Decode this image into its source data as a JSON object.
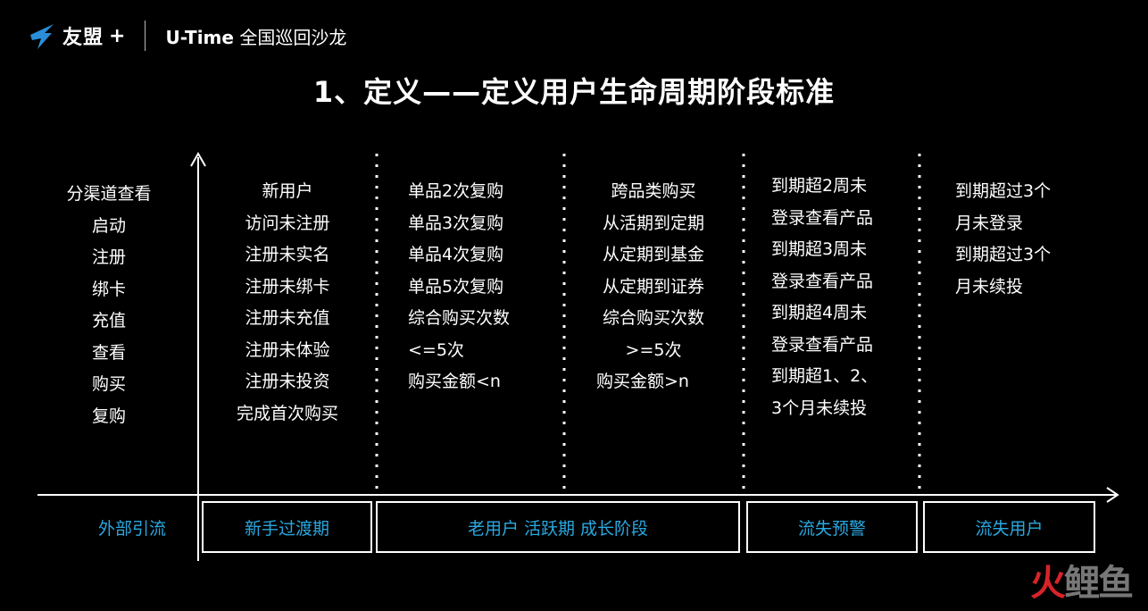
{
  "header": {
    "brand": "友盟",
    "brand_plus": "+",
    "event_prefix": "U-Time",
    "event_name": "全国巡回沙龙"
  },
  "title": "1、定义——定义用户生命周期阶段标准",
  "columns": [
    {
      "id": "behaviors",
      "items": [
        "分渠道查看",
        "启动",
        "注册",
        "绑卡",
        "充值",
        "查看",
        "购买",
        "复购"
      ]
    },
    {
      "id": "new",
      "items": [
        "新用户",
        "访问未注册",
        "注册未实名",
        "注册未绑卡",
        "注册未充值",
        "注册未体验",
        "注册未投资",
        "完成首次购买"
      ]
    },
    {
      "id": "repeat",
      "items": [
        "单品2次复购",
        "单品3次复购",
        "单品4次复购",
        "单品5次复购",
        "综合购买次数",
        "<=5次",
        "购买金额<n"
      ]
    },
    {
      "id": "cross",
      "items": [
        "跨品类购买",
        "从活期到定期",
        "从定期到基金",
        "从定期到证券",
        "综合购买次数",
        ">=5次",
        "购买金额>n"
      ]
    },
    {
      "id": "warning",
      "items": [
        "到期超2周未",
        "登录查看产品",
        "到期超3周未",
        "登录查看产品",
        "到期超4周未",
        "登录查看产品",
        "到期超1、2、",
        "3个月未续投"
      ]
    },
    {
      "id": "lost",
      "items": [
        "到期超过3个",
        "月未登录",
        "到期超过3个",
        "月未续投"
      ]
    }
  ],
  "stages": {
    "outside": "外部引流",
    "transition": "新手过渡期",
    "active": "老用户 活跃期 成长阶段",
    "warning": "流失预警",
    "lost": "流失用户"
  },
  "watermark": {
    "main": "火",
    "rest": "鲤鱼"
  },
  "colors": {
    "background": "#000000",
    "text": "#ffffff",
    "stage_text": "#29a8e0",
    "logo": "#2a8fd8"
  }
}
